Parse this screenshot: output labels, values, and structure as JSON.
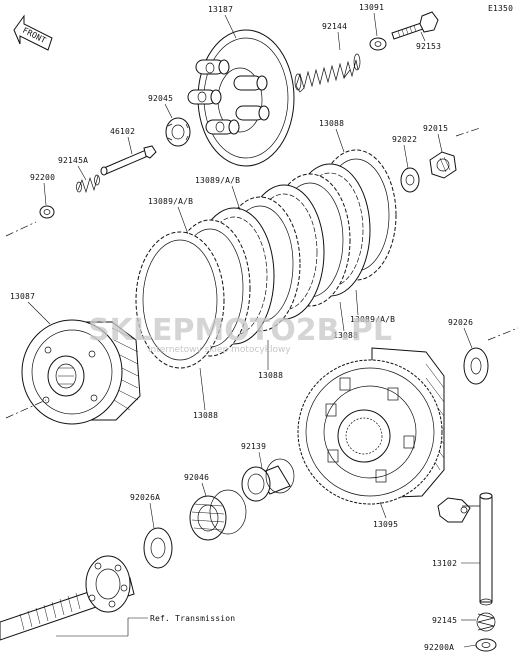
{
  "diagram": {
    "code": "E1350",
    "front_label": "FRONT",
    "reference": "Ref. Transmission",
    "watermark": {
      "title": "SKLEPMOTO2B.PL",
      "subtitle": "internetowy sklep motocyklowy"
    },
    "parts": {
      "p13187": "13187",
      "p13091": "13091",
      "p92144": "92144",
      "p92153": "92153",
      "p92045": "92045",
      "p46102": "46102",
      "p92145A": "92145A",
      "p92200": "92200",
      "p13088_top": "13088",
      "p92022": "92022",
      "p92015": "92015",
      "p13089_mid": "13089/A/B",
      "p13089_left": "13089/A/B",
      "p13087": "13087",
      "p13089_right": "13089/A/B",
      "p13088_right": "13088",
      "p92026": "92026",
      "p13088_center": "13088",
      "p13088_bottom": "13088",
      "p92139": "92139",
      "p92046": "92046",
      "p92026A": "92026A",
      "p13095": "13095",
      "p13102": "13102",
      "p92145": "92145",
      "p92200A": "92200A"
    }
  }
}
